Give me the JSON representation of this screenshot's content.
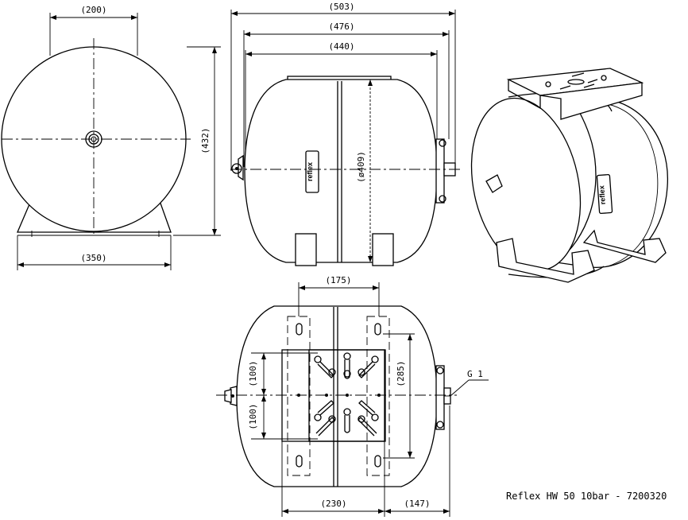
{
  "dimensions": {
    "front_bracket_width": "(200)",
    "front_height": "(432)",
    "front_foot_width": "(350)",
    "side_overall_width": "(503)",
    "side_body_width": "(476)",
    "side_shell_width": "(440)",
    "side_diameter": "(ø409)",
    "top_foot_spacing": "(175)",
    "top_hole_upper": "(100)",
    "top_hole_lower": "(100)",
    "top_foot_length": "(285)",
    "top_base_width": "(230)",
    "top_connection_offset": "(147)"
  },
  "labels": {
    "connection": "G 1",
    "title": "Reflex HW 50 10bar - 7200320",
    "brand": "reflex"
  }
}
